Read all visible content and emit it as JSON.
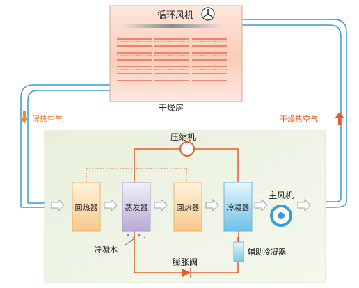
{
  "drying_room": {
    "fan_label": "循环风机",
    "room_label": "干燥房"
  },
  "air_labels": {
    "humid_air": "湿热空气",
    "dry_air": "干燥热空气"
  },
  "components": {
    "compressor": "压缩机",
    "reheater_left": "回热器",
    "evaporator": "蒸发器",
    "reheater_right": "回热器",
    "condenser": "冷凝器",
    "main_fan": "主风机",
    "condensate": "冷凝水",
    "aux_condenser": "辅助冷凝器",
    "expansion_valve": "膨胀阀"
  },
  "colors": {
    "air_duct": "#3a9bd5",
    "refrigerant": "#e85a2a",
    "panel_green": "#eaf2dd",
    "room_pink": "#fbd3c3",
    "arrow_orange": "#f08a2c",
    "reheater_fill": "#fde3b4",
    "evaporator_fill": "#d9d0e8",
    "condenser_fill": "#bfe2f5"
  }
}
